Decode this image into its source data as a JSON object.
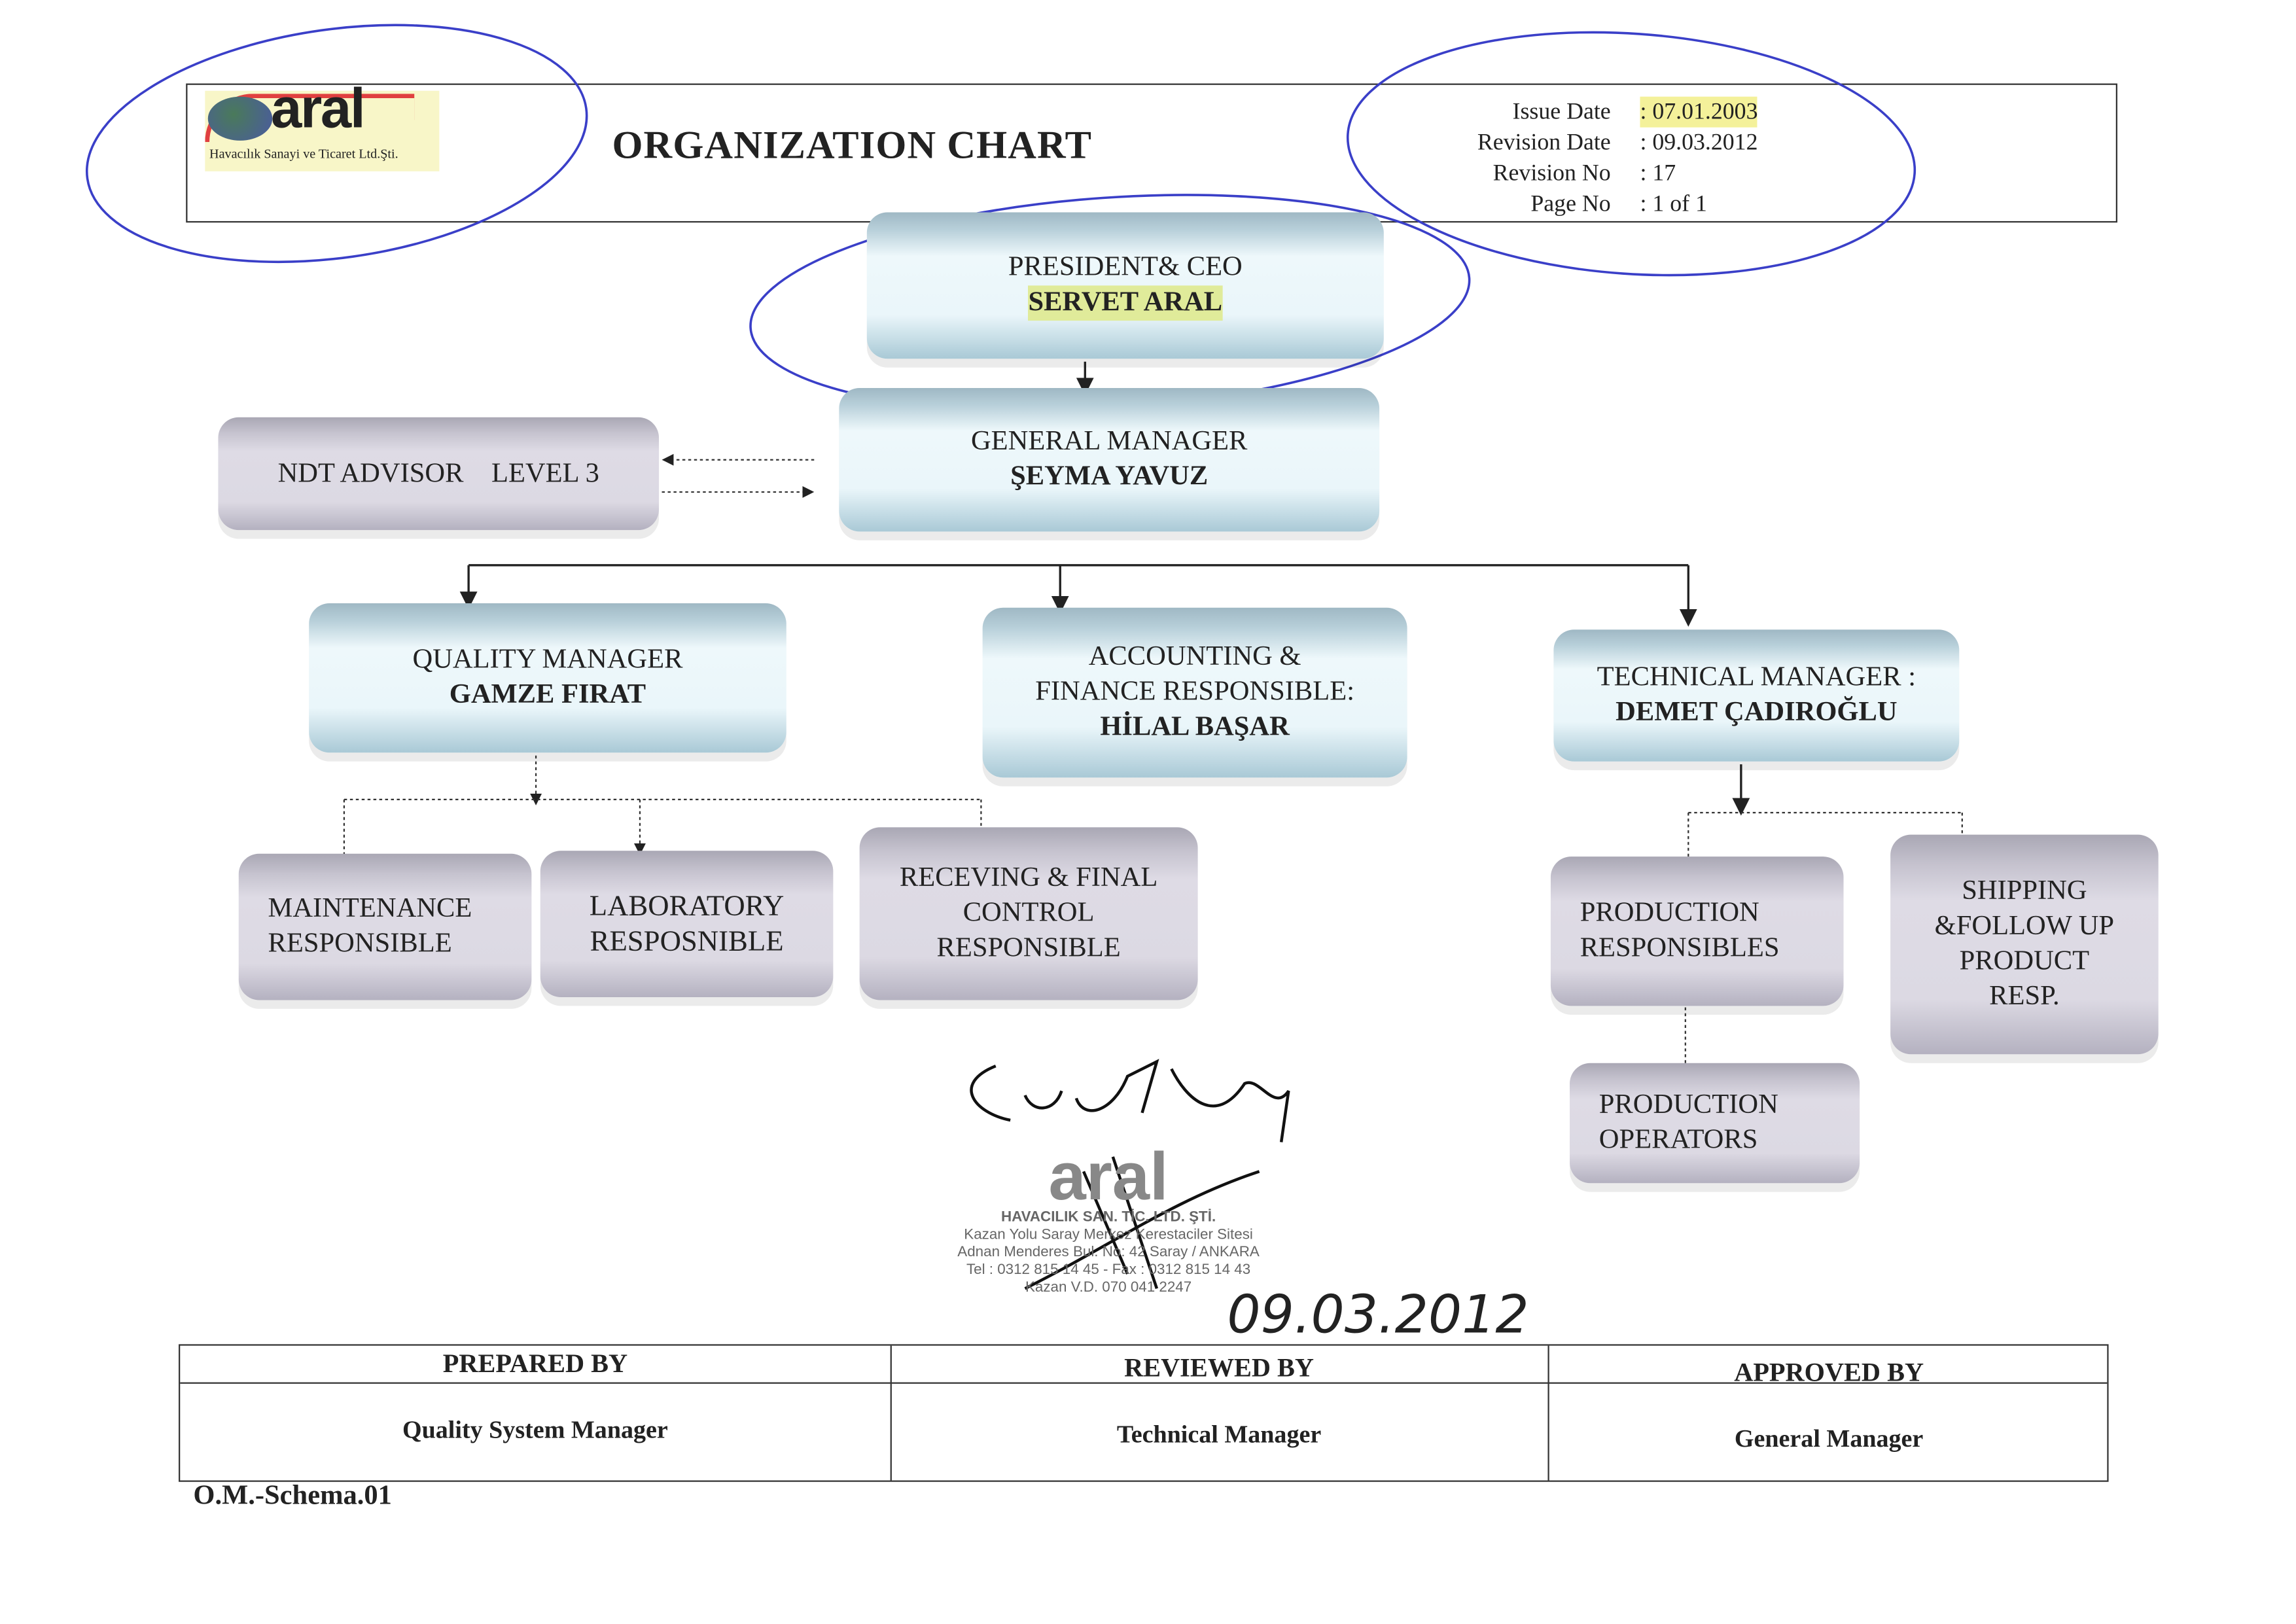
{
  "header": {
    "logo_text": "aral",
    "company_subtitle": "Havacılık Sanayi ve Ticaret Ltd.Şti.",
    "title": "ORGANIZATION CHART",
    "meta": [
      {
        "label": "Issue Date",
        "value": ": 07.01.2003"
      },
      {
        "label": "Revision Date",
        "value": ": 09.03.2012"
      },
      {
        "label": "Revision No",
        "value": ": 17"
      },
      {
        "label": "Page No",
        "value": ": 1  of  1"
      }
    ]
  },
  "chart": {
    "president": {
      "role": "PRESIDENT& CEO",
      "name": "SERVET ARAL"
    },
    "general_manager": {
      "role": "GENERAL MANAGER",
      "name": "ŞEYMA YAVUZ"
    },
    "ndt_advisor": {
      "role": "NDT ADVISOR    LEVEL 3"
    },
    "quality_manager": {
      "role": "QUALITY MANAGER",
      "name": "GAMZE FIRAT"
    },
    "accounting": {
      "role1": "ACCOUNTING  &",
      "role2": "FINANCE RESPONSIBLE:",
      "name": "HİLAL BAŞAR"
    },
    "technical_manager": {
      "role": "TECHNICAL MANAGER :",
      "name": "DEMET ÇADIROĞLU"
    },
    "maintenance": {
      "l1": "MAINTENANCE",
      "l2": "RESPONSIBLE"
    },
    "laboratory": {
      "l1": "LABORATORY",
      "l2": "RESPOSNIBLE"
    },
    "receiving": {
      "l1": "RECEVING & FINAL",
      "l2": "CONTROL",
      "l3": "RESPONSIBLE"
    },
    "production": {
      "l1": "PRODUCTION",
      "l2": "RESPONSIBLES"
    },
    "shipping": {
      "l1": "SHIPPING",
      "l2": "&FOLLOW UP",
      "l3": "PRODUCT",
      "l4": "RESP."
    },
    "operators": {
      "l1": "PRODUCTION",
      "l2": "OPERATORS"
    }
  },
  "stamp": {
    "logo": "aral",
    "lines": [
      "HAVACILIK SAN. TİC. LTD. ŞTİ.",
      "Kazan Yolu Saray Merkez Kerestaciler Sitesi",
      "Adnan Menderes Bul. No: 42 Saray / ANKARA",
      "Tel : 0312 815 14 45 - Fax : 0312 815 14 43",
      "Kazan V.D. 070 041 2247"
    ],
    "signature": "Servet Aral",
    "handwritten_date": "09.03.2012"
  },
  "footer": {
    "headers": [
      "PREPARED BY",
      "REVIEWED BY",
      "APPROVED BY"
    ],
    "values": [
      "Quality System Manager",
      "Technical Manager",
      "General Manager"
    ],
    "code": "O.M.-Schema.01"
  },
  "colors": {
    "annotation_ink": "#3a3fc8",
    "box_blue": "#eaf6fa",
    "box_grey": "#dcd9e3",
    "highlight": "#f4f19a"
  }
}
